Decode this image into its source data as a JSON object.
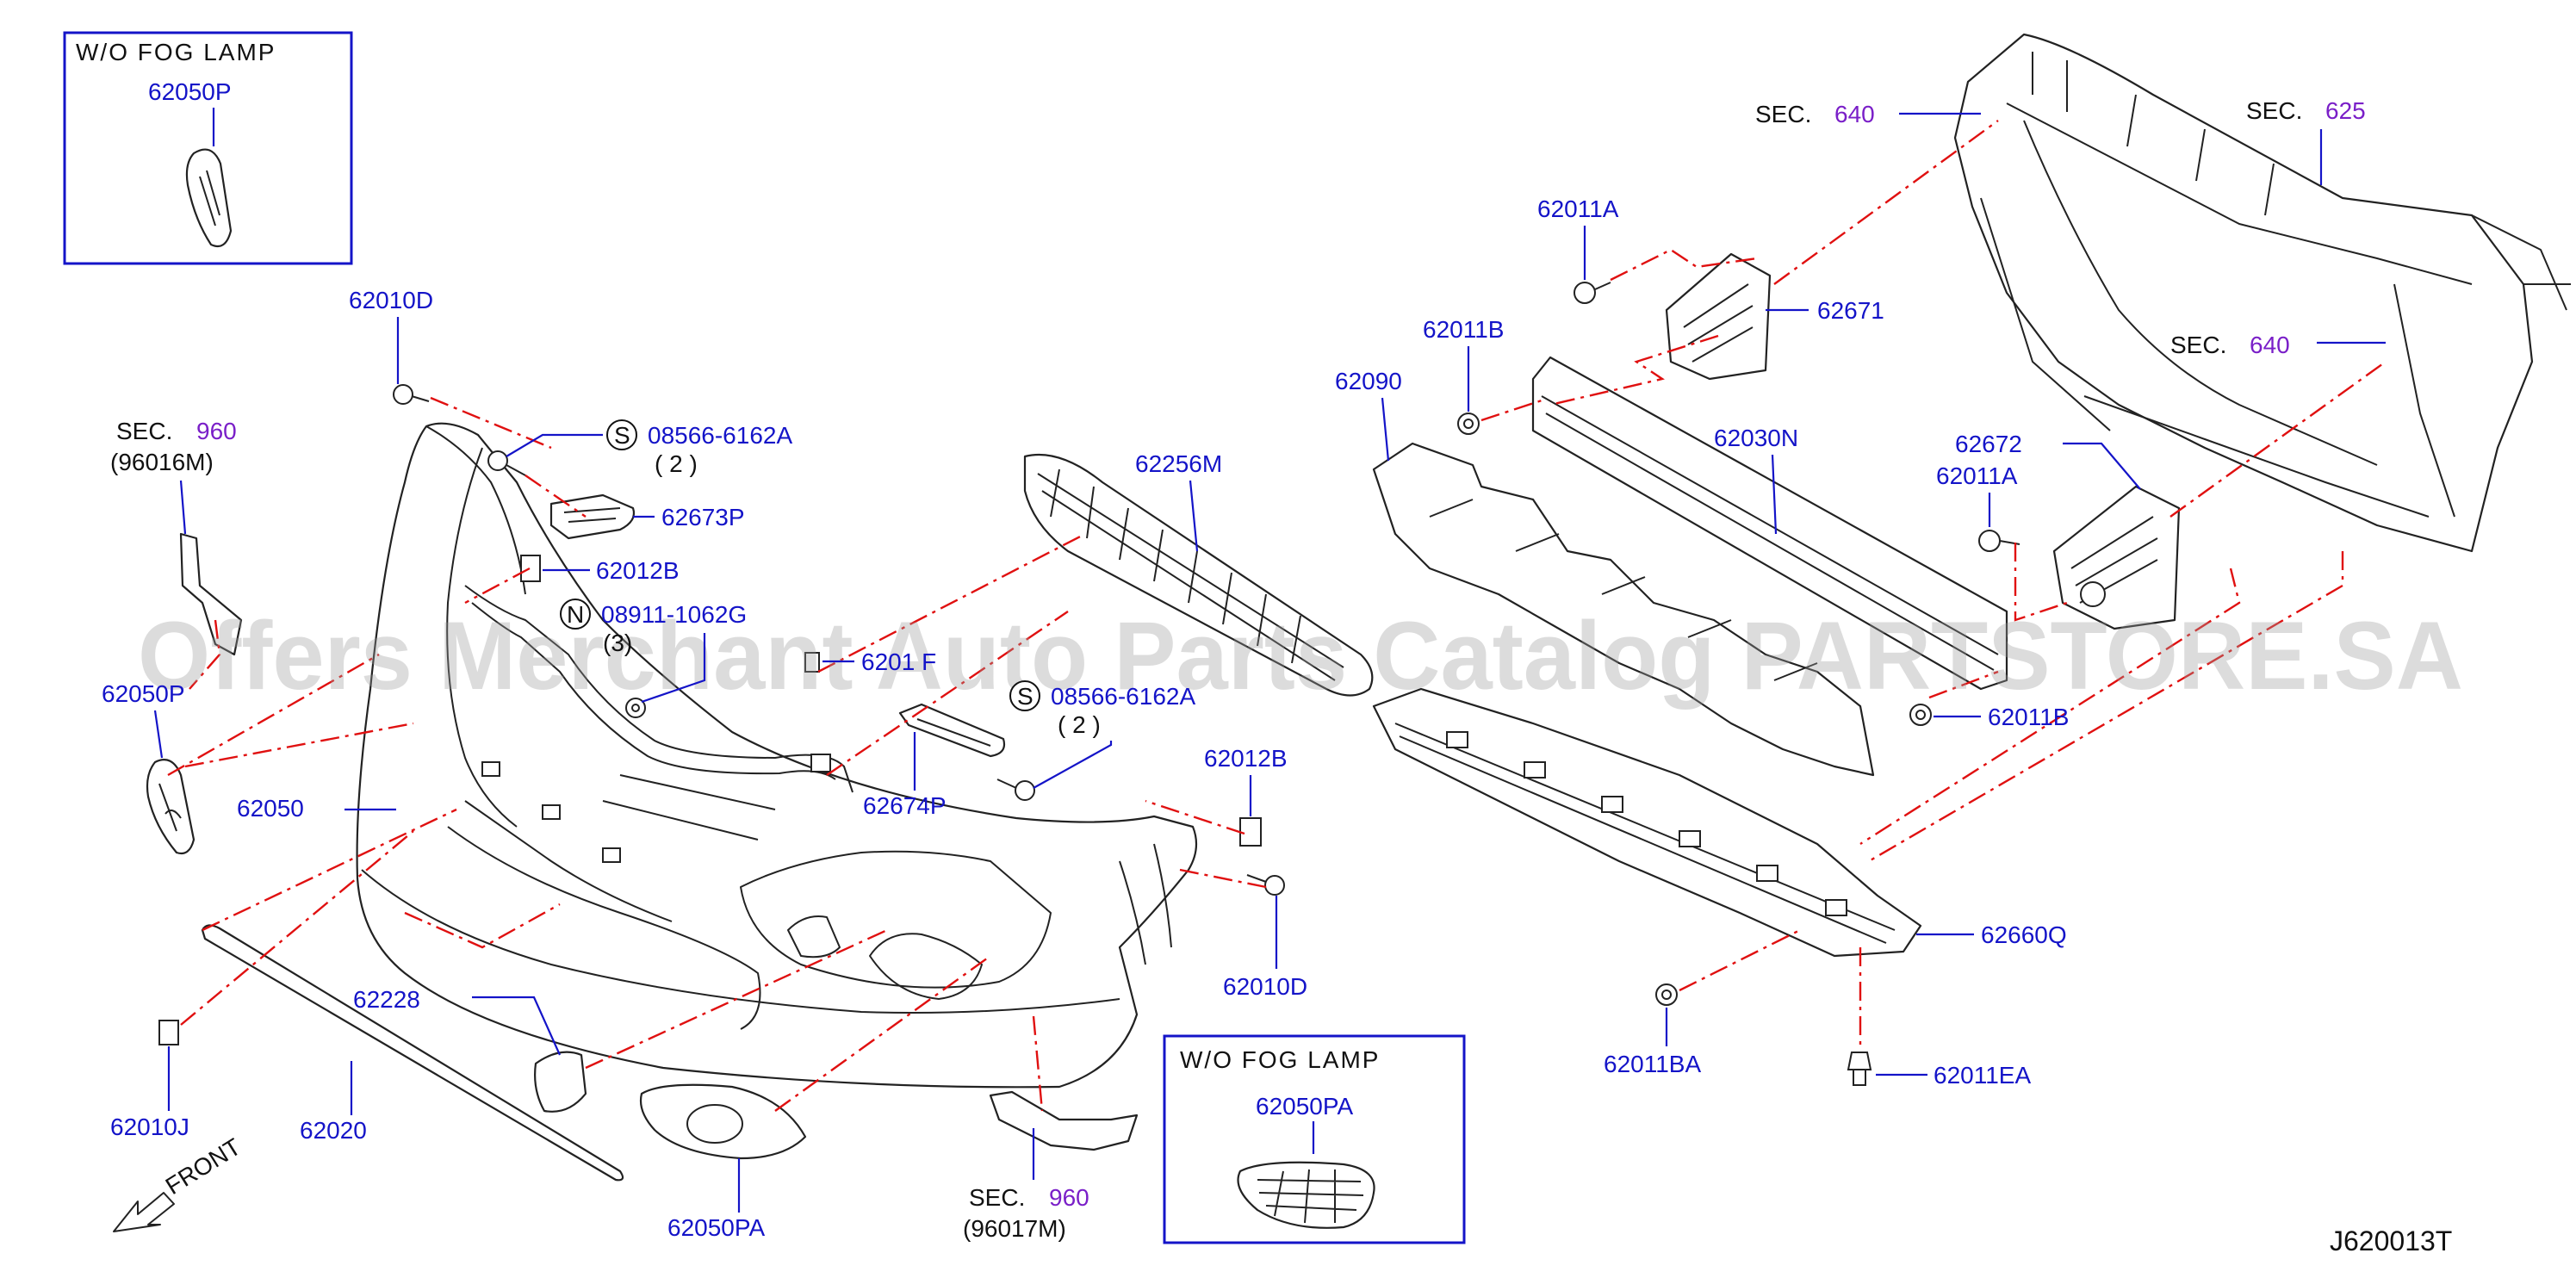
{
  "diagram": {
    "reference_code": "J620013T",
    "watermark": "Offers Merchant Auto Parts Catalog PARTSTORE.SA",
    "front_label": "FRONT",
    "inset_boxes": [
      {
        "title": "W/O   FOG   LAMP",
        "part": "62050P"
      },
      {
        "title": "W/O   FOG   LAMP",
        "part": "62050PA"
      }
    ],
    "section_refs": {
      "sec_label": "SEC.",
      "s960_left": {
        "num": "960",
        "sub": "(96016M)"
      },
      "s960_bottom": {
        "num": "960",
        "sub": "(96017M)"
      },
      "s640_top": {
        "num": "640"
      },
      "s625": {
        "num": "625"
      },
      "s640_right": {
        "num": "640"
      }
    },
    "callouts": {
      "c62010D_top": "62010D",
      "s08566_a": {
        "symbol": "S",
        "part": "08566-6162A",
        "qty": "( 2 )"
      },
      "c62673P": "62673P",
      "c62012B_top": "62012B",
      "n08911": {
        "symbol": "N",
        "part": "08911-1062G",
        "qty": "(3)"
      },
      "c6201xF": "6201 F",
      "c62256M": "62256M",
      "s08566_b": {
        "symbol": "S",
        "part": "08566-6162A",
        "qty": "( 2 )"
      },
      "c62674P": "62674P",
      "c62050P": "62050P",
      "c62050": "62050",
      "c62012B_right": "62012B",
      "c62010D_right": "62010D",
      "c62228": "62228",
      "c62010J": "62010J",
      "c62020": "62020",
      "c62050PA": "62050PA",
      "c62011A_top": "62011A",
      "c62671": "62671",
      "c62011B_top": "62011B",
      "c62090": "62090",
      "c62030N": "62030N",
      "c62672": "62672",
      "c62011A_right": "62011A",
      "c62011B_right": "62011B",
      "c62660Q": "62660Q",
      "c62011BA": "62011BA",
      "c62011EA": "62011EA"
    }
  }
}
